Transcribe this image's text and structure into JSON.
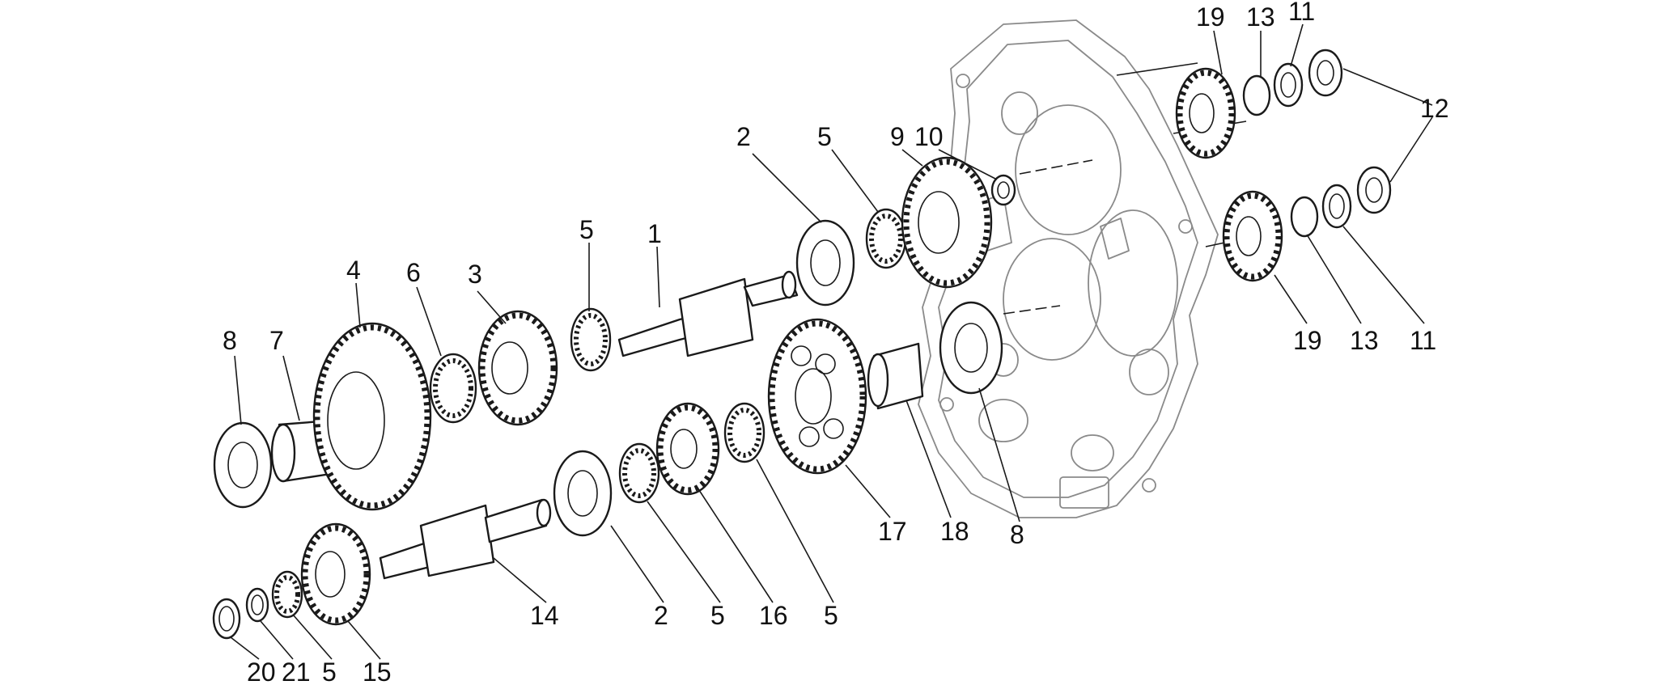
{
  "callouts": [
    {
      "id": "1"
    },
    {
      "id": "2a",
      "text": "2"
    },
    {
      "id": "3"
    },
    {
      "id": "4"
    },
    {
      "id": "5a",
      "text": "5"
    },
    {
      "id": "5b",
      "text": "5"
    },
    {
      "id": "6"
    },
    {
      "id": "7"
    },
    {
      "id": "8a",
      "text": "8"
    },
    {
      "id": "9"
    },
    {
      "id": "10"
    },
    {
      "id": "19a",
      "text": "19"
    },
    {
      "id": "13a",
      "text": "13"
    },
    {
      "id": "11a",
      "text": "11"
    },
    {
      "id": "12"
    },
    {
      "id": "19b",
      "text": "19"
    },
    {
      "id": "13b",
      "text": "13"
    },
    {
      "id": "11b",
      "text": "11"
    },
    {
      "id": "17"
    },
    {
      "id": "18"
    },
    {
      "id": "8b",
      "text": "8"
    },
    {
      "id": "14"
    },
    {
      "id": "2b",
      "text": "2"
    },
    {
      "id": "5c",
      "text": "5"
    },
    {
      "id": "16"
    },
    {
      "id": "5d",
      "text": "5"
    },
    {
      "id": "20"
    },
    {
      "id": "21"
    },
    {
      "id": "5e",
      "text": "5"
    },
    {
      "id": "15"
    }
  ],
  "labels": {
    "l1": "1",
    "l2a": "2",
    "l3": "3",
    "l4": "4",
    "l5a": "5",
    "l5b": "5",
    "l6": "6",
    "l7": "7",
    "l8a": "8",
    "l9": "9",
    "l10": "10",
    "l19a": "19",
    "l13a": "13",
    "l11a": "11",
    "l12": "12",
    "l19b": "19",
    "l13b": "13",
    "l11b": "11",
    "l17": "17",
    "l18": "18",
    "l8b": "8",
    "l14": "14",
    "l2b": "2",
    "l5c": "5",
    "l16": "16",
    "l5d": "5",
    "l20": "20",
    "l21": "21",
    "l5e": "5",
    "l15": "15"
  }
}
